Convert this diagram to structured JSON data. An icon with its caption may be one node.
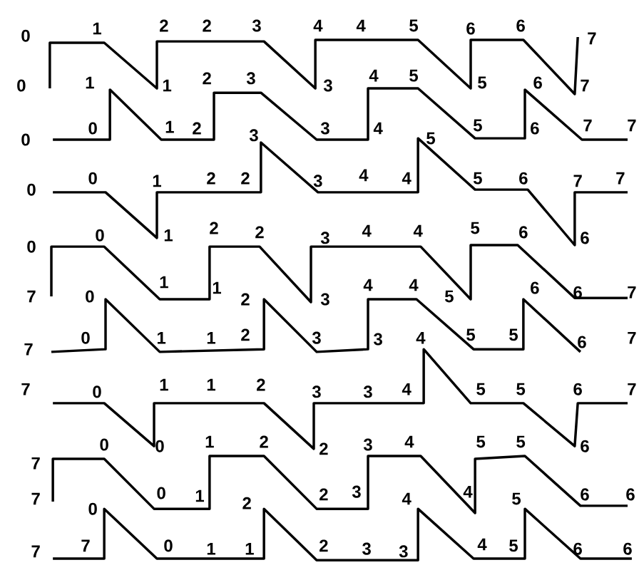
{
  "diagram": {
    "labels": [
      "0",
      "1",
      "2",
      "2",
      "3",
      "4",
      "4",
      "5",
      "6",
      "6",
      "7",
      "0",
      "1",
      "1",
      "2",
      "3",
      "3",
      "4",
      "5",
      "5",
      "6",
      "7",
      "0",
      "0",
      "1",
      "2",
      "3",
      "3",
      "4",
      "5",
      "5",
      "6",
      "7",
      "7",
      "0",
      "0",
      "1",
      "2",
      "2",
      "3",
      "4",
      "4",
      "5",
      "6",
      "7",
      "7",
      "0",
      "0",
      "1",
      "2",
      "2",
      "3",
      "4",
      "4",
      "5",
      "6",
      "6",
      "7",
      "0",
      "1",
      "1",
      "2",
      "3",
      "4",
      "4",
      "5",
      "6",
      "6",
      "7",
      "7",
      "0",
      "1",
      "1",
      "2",
      "3",
      "3",
      "4",
      "5",
      "5",
      "6",
      "7",
      "7",
      "0",
      "1",
      "1",
      "2",
      "3",
      "3",
      "4",
      "5",
      "5",
      "6",
      "7",
      "7",
      "0",
      "0",
      "1",
      "2",
      "2",
      "3",
      "4",
      "5",
      "5",
      "6",
      "7",
      "0",
      "0",
      "1",
      "2",
      "2",
      "3",
      "4",
      "4",
      "5",
      "6",
      "6",
      "7",
      "7",
      "0",
      "1",
      "1",
      "2",
      "3",
      "3",
      "4",
      "5",
      "6",
      "6"
    ]
  }
}
